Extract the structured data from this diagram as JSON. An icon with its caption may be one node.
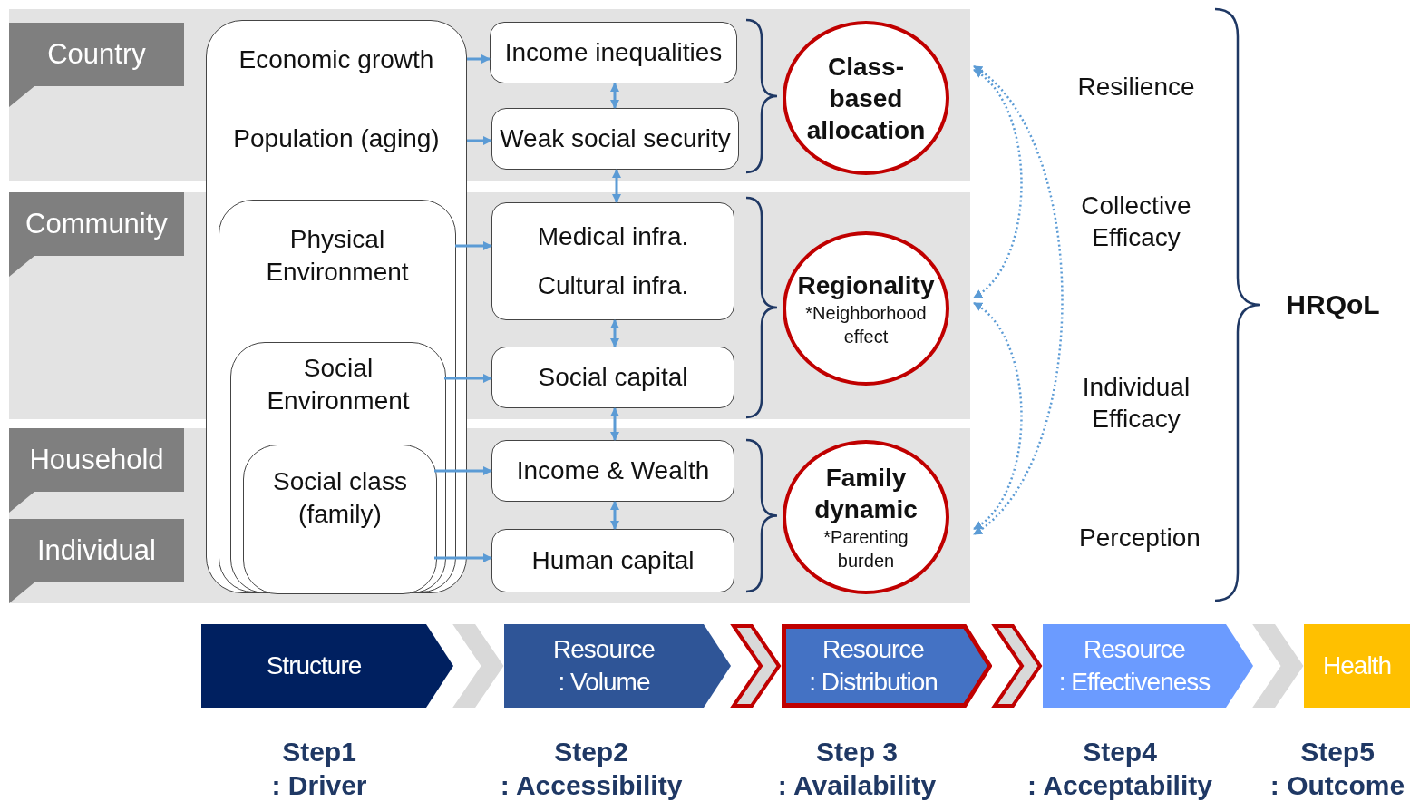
{
  "diagram": {
    "nodes": [
      {
        "text": [
          "Country"
        ]
      },
      {
        "text": [
          "Community"
        ]
      },
      {
        "text": [
          "Household"
        ]
      },
      {
        "text": [
          "Individual"
        ]
      },
      {
        "text": [
          "Economic growth",
          "Population (aging)"
        ]
      },
      {
        "text": [
          "Physical Environment"
        ],
        "in": 4
      },
      {
        "text": [
          "Social Environment"
        ],
        "in": 5
      },
      {
        "text": [
          "Social class (family)"
        ],
        "in": 6
      },
      {
        "text": [
          "Income inequalities"
        ]
      },
      {
        "text": [
          "Weak social security"
        ]
      },
      {
        "text": [
          "Medical infra.",
          "Cultural infra."
        ]
      },
      {
        "text": [
          "Social capital"
        ]
      },
      {
        "text": [
          "Income & Wealth"
        ]
      },
      {
        "text": [
          "Human capital"
        ]
      },
      {
        "text": [
          "Class-based allocation"
        ]
      },
      {
        "text": [
          "Regionality",
          "*Neighborhood effect"
        ]
      },
      {
        "text": [
          "Family dynamic",
          "*Parenting burden"
        ]
      },
      {
        "text": [
          "Structure"
        ]
      },
      {
        "text": [
          "Resource",
          ": Volume"
        ]
      },
      {
        "text": [
          "Resource",
          ": Distribution"
        ]
      },
      {
        "text": [
          "Resource",
          ": Effectiveness"
        ]
      },
      {
        "text": [
          "Health"
        ]
      }
    ],
    "edges": [
      {
        "from": 4,
        "to": 8,
        "arrow": "to"
      },
      {
        "from": 4,
        "to": 9,
        "arrow": "to"
      },
      {
        "from": 5,
        "to": 10,
        "arrow": "to"
      },
      {
        "from": 6,
        "to": 11,
        "arrow": "to"
      },
      {
        "from": 7,
        "to": 12,
        "arrow": "to"
      },
      {
        "from": 7,
        "to": 13,
        "arrow": "to"
      },
      {
        "from": 8,
        "to": 9,
        "arrow": "both"
      },
      {
        "from": 9,
        "to": 10,
        "arrow": "both"
      },
      {
        "from": 10,
        "to": 11,
        "arrow": "both"
      },
      {
        "from": 11,
        "to": 12,
        "arrow": "both"
      },
      {
        "from": 12,
        "to": 13,
        "arrow": "both"
      },
      {
        "from": 14,
        "to": 15,
        "arrow": "both",
        "style": "dashed"
      },
      {
        "from": 15,
        "to": 16,
        "arrow": "both",
        "style": "dashed"
      },
      {
        "from": 14,
        "to": 16,
        "arrow": "both",
        "style": "dashed"
      },
      {
        "from": 17,
        "to": 18,
        "arrow": "to",
        "color": "#d9d9d9"
      },
      {
        "from": 18,
        "to": 19,
        "arrow": "to",
        "color": "#c00000"
      },
      {
        "from": 19,
        "to": 20,
        "arrow": "to",
        "color": "#c00000"
      },
      {
        "from": 20,
        "to": 21,
        "arrow": "to",
        "color": "#d9d9d9"
      }
    ],
    "labels": [
      "Resilience",
      "Collective Efficacy",
      "Individual Efficacy",
      "Perception",
      "HRQoL",
      "Step1",
      ": Driver",
      "Step2",
      ": Accessibility",
      "Step 3",
      ": Availability",
      "Step4",
      ": Acceptability",
      "Step5",
      ": Outcome"
    ]
  }
}
